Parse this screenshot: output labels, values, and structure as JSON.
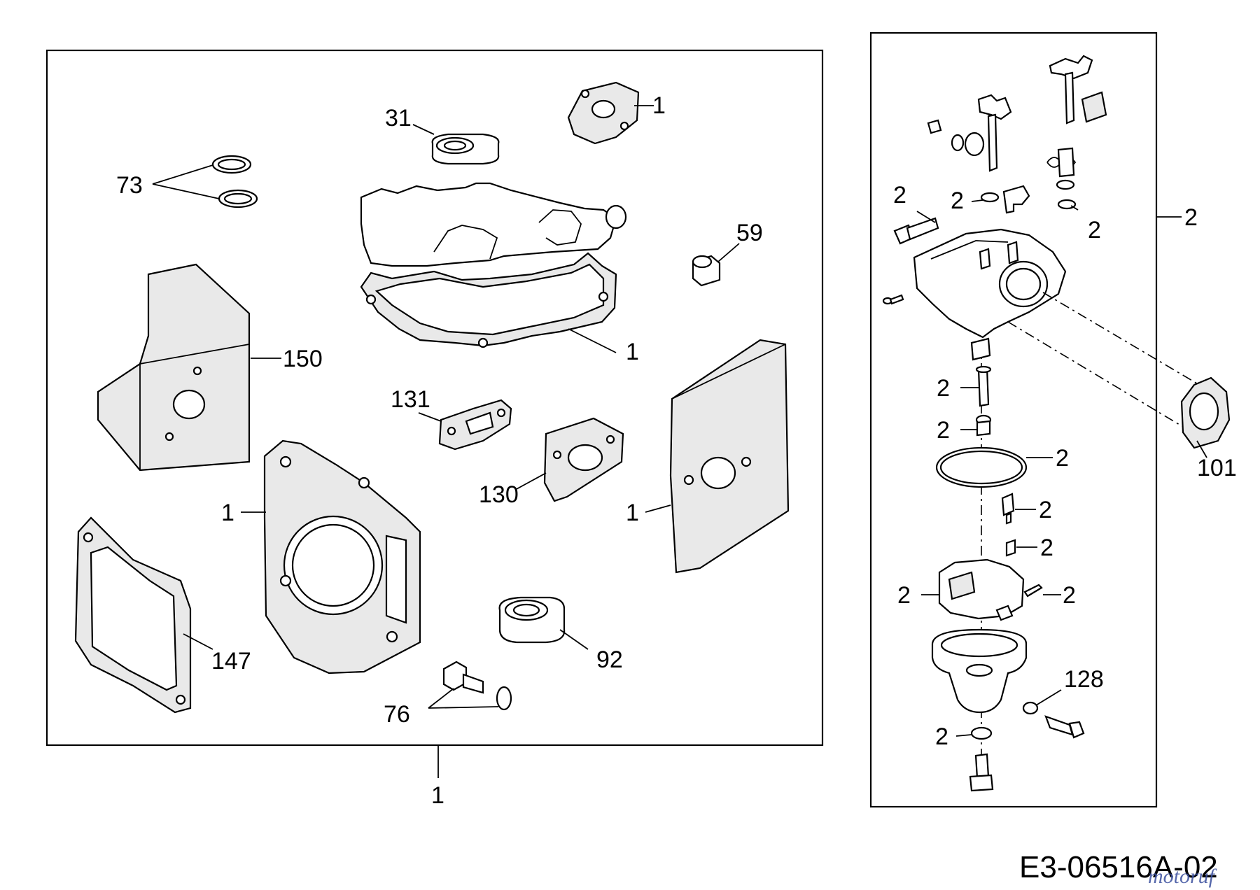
{
  "drawing_code": "E3-06516A-02",
  "watermark": "motoruf",
  "kit_gasket": {
    "callouts": [
      {
        "id": "c-31",
        "text": "31"
      },
      {
        "id": "c-1a",
        "text": "1"
      },
      {
        "id": "c-73",
        "text": "73"
      },
      {
        "id": "c-59",
        "text": "59"
      },
      {
        "id": "c-150",
        "text": "150"
      },
      {
        "id": "c-1b",
        "text": "1"
      },
      {
        "id": "c-131",
        "text": "131"
      },
      {
        "id": "c-130",
        "text": "130"
      },
      {
        "id": "c-1c",
        "text": "1"
      },
      {
        "id": "c-1d",
        "text": "1"
      },
      {
        "id": "c-147",
        "text": "147"
      },
      {
        "id": "c-92",
        "text": "92"
      },
      {
        "id": "c-76",
        "text": "76"
      },
      {
        "id": "c-1e",
        "text": "1"
      }
    ]
  },
  "carburetor": {
    "callouts": [
      {
        "id": "k-2a",
        "text": "2"
      },
      {
        "id": "k-2b",
        "text": "2"
      },
      {
        "id": "k-2c",
        "text": "2"
      },
      {
        "id": "k-2d",
        "text": "2"
      },
      {
        "id": "k-2e",
        "text": "2"
      },
      {
        "id": "k-2f",
        "text": "2"
      },
      {
        "id": "k-2g",
        "text": "2"
      },
      {
        "id": "k-2h",
        "text": "2"
      },
      {
        "id": "k-2i",
        "text": "2"
      },
      {
        "id": "k-2j",
        "text": "2"
      },
      {
        "id": "k-2k",
        "text": "2"
      },
      {
        "id": "k-2l",
        "text": "2"
      },
      {
        "id": "k-101",
        "text": "101"
      },
      {
        "id": "k-128",
        "text": "128"
      }
    ]
  }
}
